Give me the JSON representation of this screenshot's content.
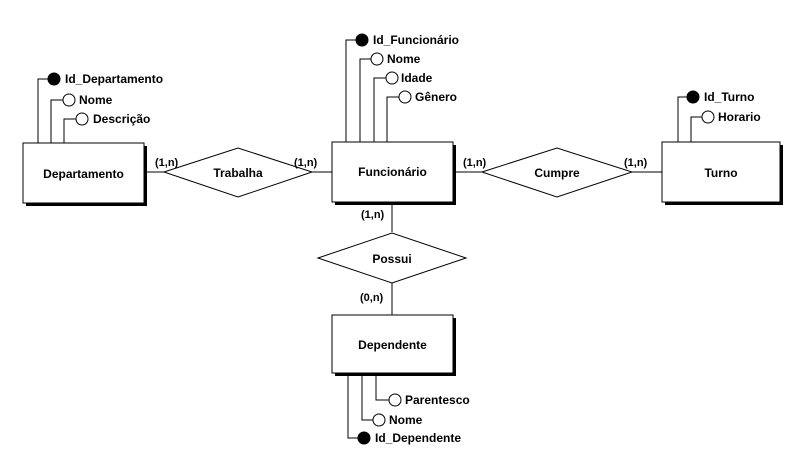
{
  "entities": {
    "departamento": "Departamento",
    "funcionario": "Funcionário",
    "turno": "Turno",
    "dependente": "Dependente"
  },
  "relationships": {
    "trabalha": "Trabalha",
    "cumpre": "Cumpre",
    "possui": "Possui"
  },
  "attributes": {
    "departamento": [
      {
        "label": "Id_Departamento",
        "key": true
      },
      {
        "label": "Nome",
        "key": false
      },
      {
        "label": "Descrição",
        "key": false
      }
    ],
    "funcionario": [
      {
        "label": "Id_Funcionário",
        "key": true
      },
      {
        "label": "Nome",
        "key": false
      },
      {
        "label": "Idade",
        "key": false
      },
      {
        "label": "Gênero",
        "key": false
      }
    ],
    "turno": [
      {
        "label": "Id_Turno",
        "key": true
      },
      {
        "label": "Horario",
        "key": false
      }
    ],
    "dependente": [
      {
        "label": "Parentesco",
        "key": false
      },
      {
        "label": "Nome",
        "key": false
      },
      {
        "label": "Id_Dependente",
        "key": true
      }
    ]
  },
  "cardinalities": {
    "dep_trabalha": "(1,n)",
    "func_trabalha": "(1,n)",
    "func_cumpre": "(1,n)",
    "turno_cumpre": "(1,n)",
    "func_possui": "(1,n)",
    "dependente_possui": "(0,n)"
  }
}
